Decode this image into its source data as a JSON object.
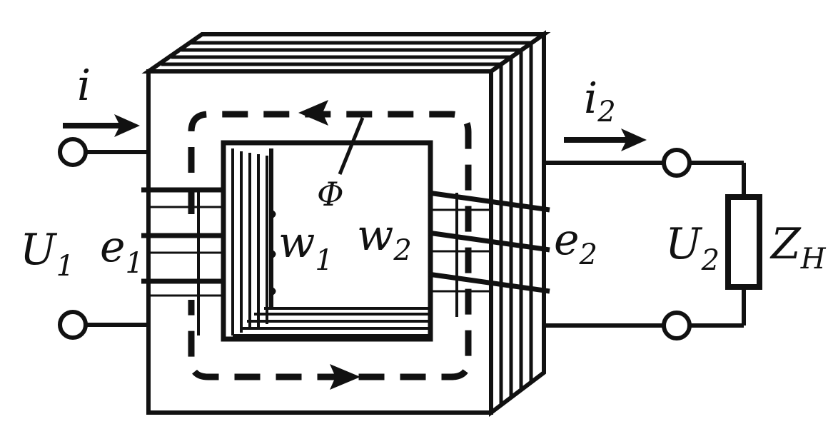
{
  "labels": {
    "i1": "i",
    "i2": "i",
    "i2_sub": "2",
    "u1": "U",
    "u1_sub": "1",
    "e1": "e",
    "e1_sub": "1",
    "w1": "w",
    "w1_sub": "1",
    "w2": "w",
    "w2_sub": "2",
    "e2": "e",
    "e2_sub": "2",
    "u2": "U",
    "u2_sub": "2",
    "flux": "Φ",
    "load": "Z",
    "load_sub": "H"
  },
  "colors": {
    "ink": "#111111",
    "paper": "#ffffff"
  }
}
